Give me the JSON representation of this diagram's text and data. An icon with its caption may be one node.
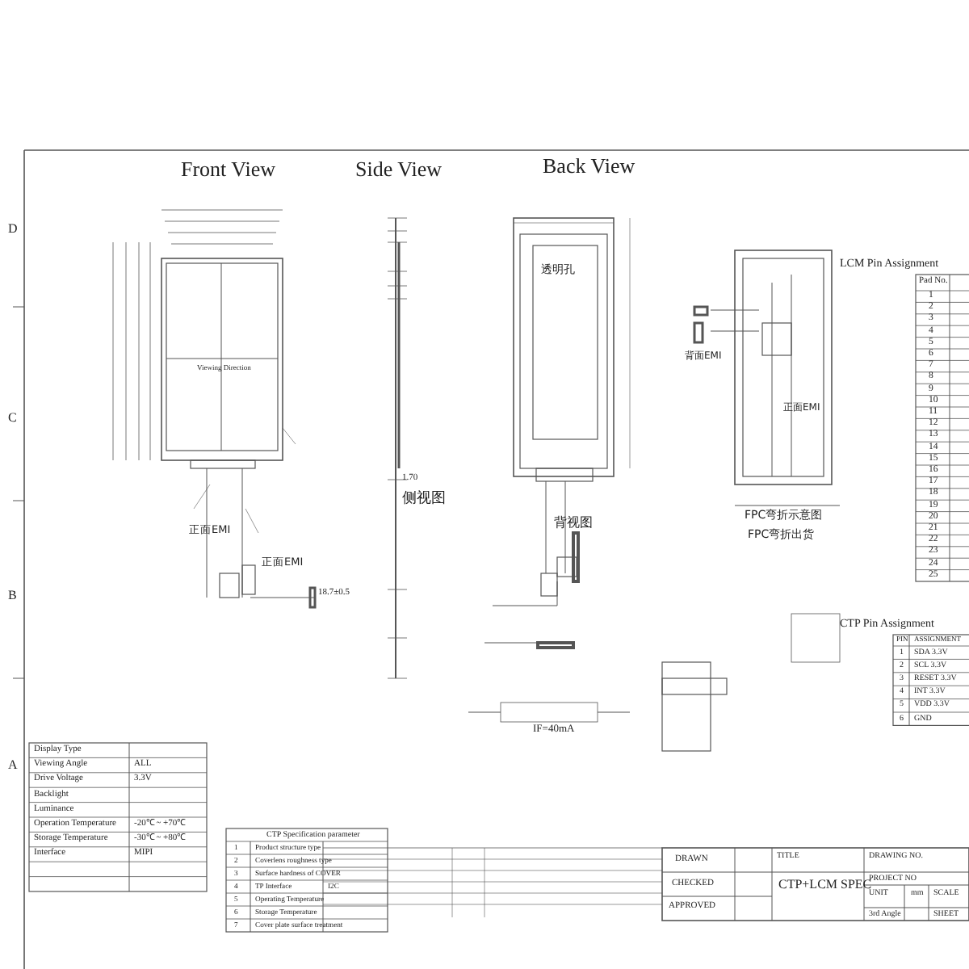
{
  "diagram": {
    "labels": [
      "D",
      "C",
      "B",
      "A",
      "Front View",
      "Side View",
      "Back View",
      "Viewing Direction",
      "侧视图",
      "正面EMI",
      "正面EMI",
      "18.7±0.5",
      "透明孔",
      "背视图",
      "背面EMI",
      "正面EMI",
      "FPC弯折示意图",
      "FPC弯折出货",
      "1.70",
      "IF=40mA",
      "LCM Pin Assignment",
      "Pad No.",
      "1",
      "2",
      "3",
      "4",
      "5",
      "6",
      "7",
      "8",
      "9",
      "10",
      "11",
      "12",
      "13",
      "14",
      "15",
      "16",
      "17",
      "18",
      "19",
      "20",
      "21",
      "22",
      "23",
      "24",
      "25",
      "CTP Pin Assignment",
      "PIN",
      "ASSIGNMENT",
      "1",
      "SDA 3.3V",
      "2",
      "SCL 3.3V",
      "3",
      "RESET 3.3V",
      "4",
      "INT 3.3V",
      "5",
      "VDD 3.3V",
      "6",
      "GND",
      "Display Type",
      "Viewing Angle",
      "ALL",
      "Drive Voltage",
      "3.3V",
      "Backlight",
      "Luminance",
      "Operation Temperature",
      "-20℃ ~ +70℃",
      "Storage Temperature",
      "-30℃ ~ +80℃",
      "Interface",
      "MIPI",
      "CTP Specification parameter",
      "1",
      "Product structure type",
      "2",
      "Coverlens roughness type",
      "3",
      "Surface hardness of COVER",
      "4",
      "TP Interface",
      "I2C",
      "5",
      "Operating Temperature",
      "6",
      "Storage Temperature",
      "7",
      "Cover plate surface treatment",
      "DRAWN",
      "CHECKED",
      "APPROVED",
      "TITLE",
      "CTP+LCM SPEC",
      "DRAWING NO.",
      "PROJECT NO",
      "UNIT",
      "mm",
      "SCALE",
      "3rd Angle",
      "SHEET"
    ]
  }
}
